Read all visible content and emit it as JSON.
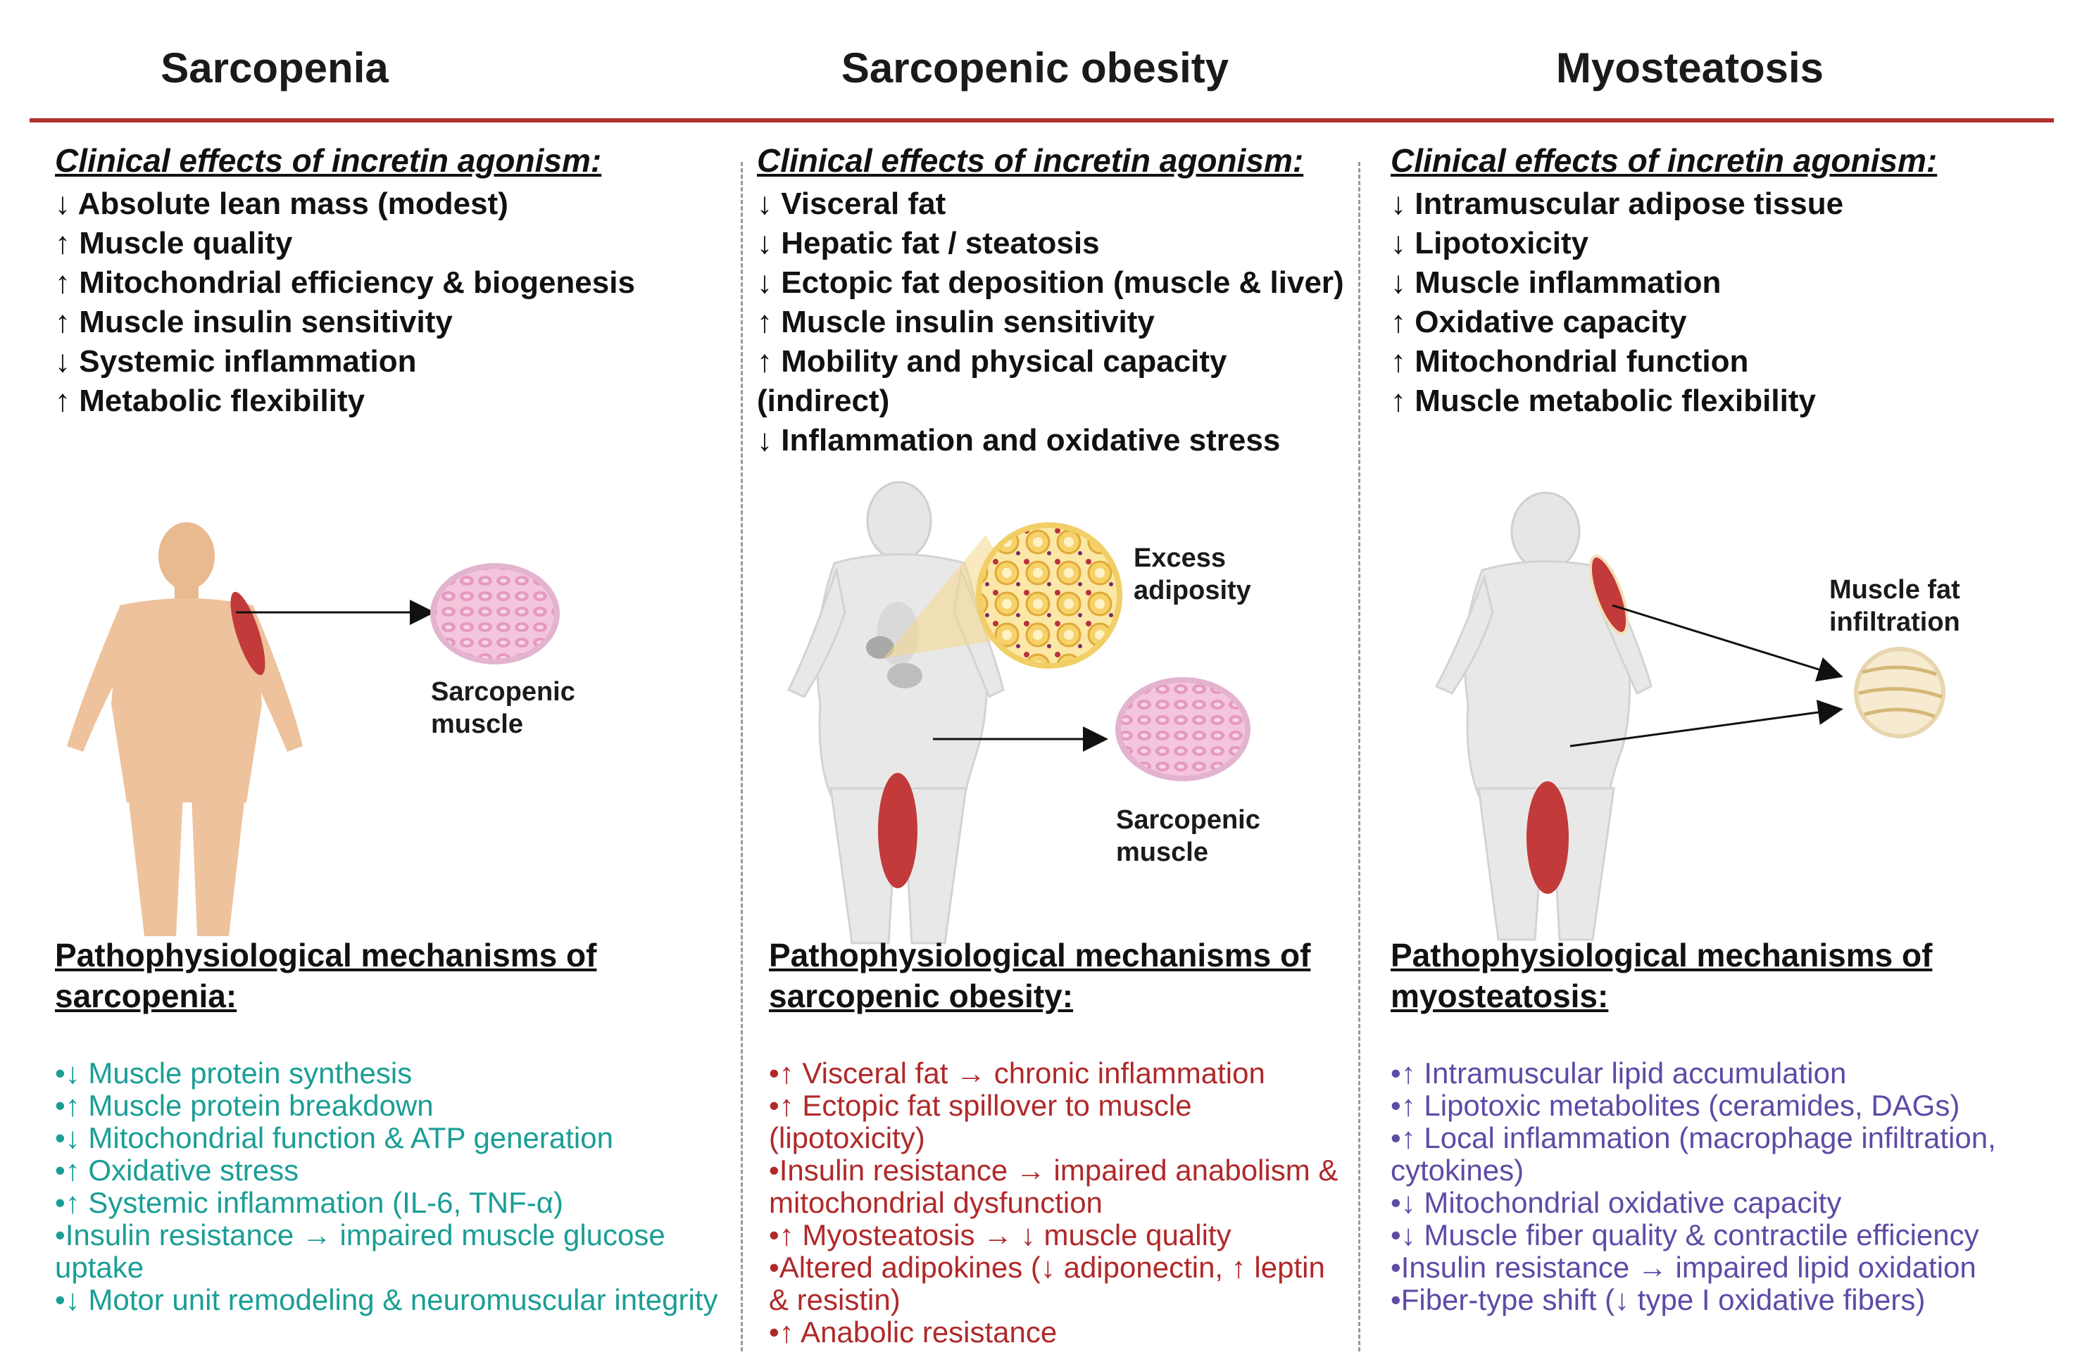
{
  "columns": [
    {
      "title": "Sarcopenia",
      "effects_heading": "Clinical effects of incretin agonism:",
      "effects": [
        "↓ Absolute lean mass (modest)",
        "↑ Muscle quality",
        "↑  Mitochondrial efficiency & biogenesis",
        "↑ Muscle insulin sensitivity",
        "↓ Systemic inflammation",
        "↑ Metabolic flexibility"
      ],
      "figure_labels": [
        "Sarcopenic",
        "muscle"
      ],
      "mechanisms_heading_line1": "Pathophysiological mechanisms of",
      "mechanisms_heading_line2": "sarcopenia:",
      "mechanisms": [
        "•↓ Muscle protein synthesis",
        "•↑ Muscle protein breakdown",
        "•↓ Mitochondrial function & ATP generation",
        "•↑ Oxidative stress",
        "•↑ Systemic inflammation (IL-6, TNF-α)",
        "•Insulin resistance → impaired muscle glucose uptake",
        "•↓ Motor unit remodeling & neuromuscular integrity"
      ],
      "accent_color": "#1a9e96"
    },
    {
      "title": "Sarcopenic obesity",
      "effects_heading": "Clinical effects of incretin agonism:",
      "effects": [
        "↓ Visceral fat",
        "↓ Hepatic fat / steatosis",
        "↓ Ectopic fat deposition (muscle & liver)",
        "↑ Mobility and physical capacity",
        "(indirect)",
        "↓ Inflammation and oxidative stress"
      ],
      "effects_extra": "↑ Muscle insulin sensitivity",
      "figure_labels": [
        "Excess",
        "adiposity",
        "Sarcopenic",
        "muscle"
      ],
      "mechanisms_heading_line1": "Pathophysiological mechanisms of",
      "mechanisms_heading_line2": "sarcopenic obesity:",
      "mechanisms": [
        "•↑ Visceral fat → chronic inflammation",
        "•↑ Ectopic fat spillover to muscle (lipotoxicity)",
        "•Insulin resistance → impaired anabolism & mitochondrial dysfunction",
        "•↑ Myosteatosis → ↓ muscle quality",
        "•Altered adipokines (↓ adiponectin, ↑ leptin & resistin)",
        "•↑ Anabolic resistance"
      ],
      "accent_color": "#b0292a"
    },
    {
      "title": "Myosteatosis",
      "effects_heading": "Clinical effects of incretin agonism:",
      "effects": [
        "↓ Intramuscular adipose tissue",
        "↓ Lipotoxicity",
        "↓ Muscle inflammation",
        "↑ Oxidative capacity",
        "↑ Mitochondrial function",
        "↑ Muscle metabolic flexibility"
      ],
      "figure_labels": [
        "Muscle fat",
        "infiltration"
      ],
      "mechanisms_heading_line1": "Pathophysiological mechanisms of",
      "mechanisms_heading_line2": "myosteatosis:",
      "mechanisms": [
        "•↑ Intramuscular lipid accumulation",
        "•↑ Lipotoxic metabolites (ceramides, DAGs)",
        "•↑ Local inflammation (macrophage infiltration, cytokines)",
        "•↓ Mitochondrial oxidative capacity",
        "•↓ Muscle fiber quality & contractile efficiency",
        "•Insulin resistance → impaired lipid oxidation",
        "•Fiber-type shift (↓ type I oxidative fibers)"
      ],
      "accent_color": "#5f4aa6"
    }
  ],
  "header_rule_color": "#b3312c"
}
